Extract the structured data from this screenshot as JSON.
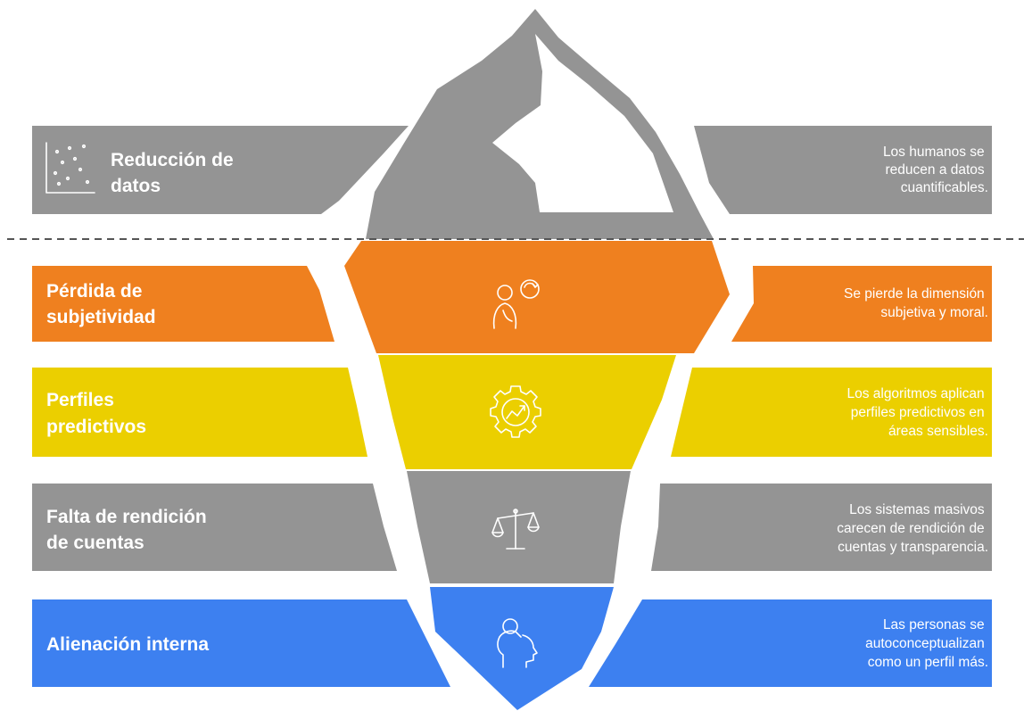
{
  "colors": {
    "gray": "#949494",
    "orange": "#ef801f",
    "yellow": "#ebcf00",
    "blue": "#3d80f0",
    "text": "#ffffff",
    "divider": "#555555"
  },
  "layers": [
    {
      "title_lines": [
        "Reducción de",
        "datos"
      ],
      "description_lines": [
        "Los humanos se",
        "reducen a datos",
        "cuantificables."
      ],
      "color": "#949494",
      "icon": "scatter-chart-icon"
    },
    {
      "title_lines": [
        "Pérdida de",
        "subjetividad"
      ],
      "description_lines": [
        "Se pierde la dimensión",
        "subjetiva y moral."
      ],
      "color": "#ef801f",
      "icon": "person-thinking-icon"
    },
    {
      "title_lines": [
        "Perfiles",
        "predictivos"
      ],
      "description_lines": [
        "Los algoritmos aplican",
        "perfiles predictivos en",
        "áreas sensibles."
      ],
      "color": "#ebcf00",
      "icon": "gear-trend-icon"
    },
    {
      "title_lines": [
        "Falta de rendición",
        "de cuentas"
      ],
      "description_lines": [
        "Los sistemas masivos",
        "carecen de rendición de",
        "cuentas y transparencia."
      ],
      "color": "#949494",
      "icon": "scales-icon"
    },
    {
      "title_lines": [
        "Alienación interna"
      ],
      "description_lines": [
        "Las personas se",
        "autoconceptualizan",
        "como un perfil más."
      ],
      "color": "#3d80f0",
      "icon": "head-profile-icon"
    }
  ]
}
